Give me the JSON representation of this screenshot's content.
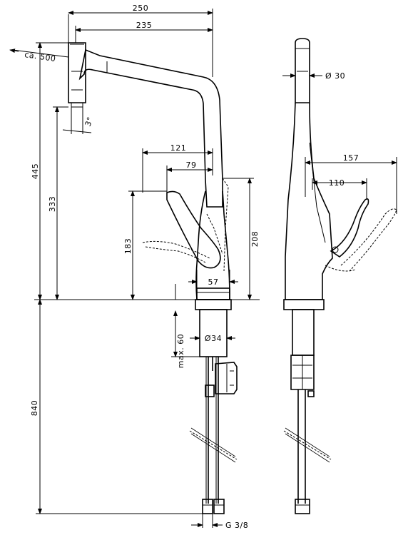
{
  "front_view": {
    "dim_250": "250",
    "dim_235": "235",
    "dim_ca500": "ca. 500",
    "dim_3deg": "3°",
    "dim_121": "121",
    "dim_79": "79",
    "dim_445": "445",
    "dim_333": "333",
    "dim_183": "183",
    "dim_208": "208",
    "dim_57": "57",
    "dim_max60": "max. 60",
    "dim_d34": "Ø34",
    "dim_840": "840",
    "dim_g38": "G 3/8"
  },
  "side_view": {
    "dim_d30": "Ø 30",
    "dim_157": "157",
    "dim_110": "110"
  }
}
